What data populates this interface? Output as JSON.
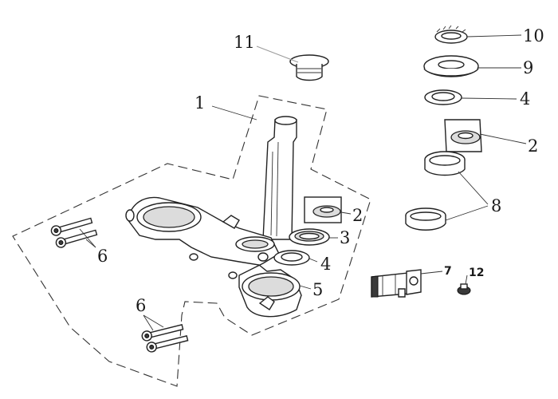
{
  "callouts": {
    "c1": "1",
    "c2a": "2",
    "c2b": "2",
    "c3": "3",
    "c4a": "4",
    "c4b": "4",
    "c5": "5",
    "c6a": "6",
    "c6b": "6",
    "c7": "7",
    "c8": "8",
    "c9": "9",
    "c10": "10",
    "c11": "11",
    "c12": "12"
  }
}
